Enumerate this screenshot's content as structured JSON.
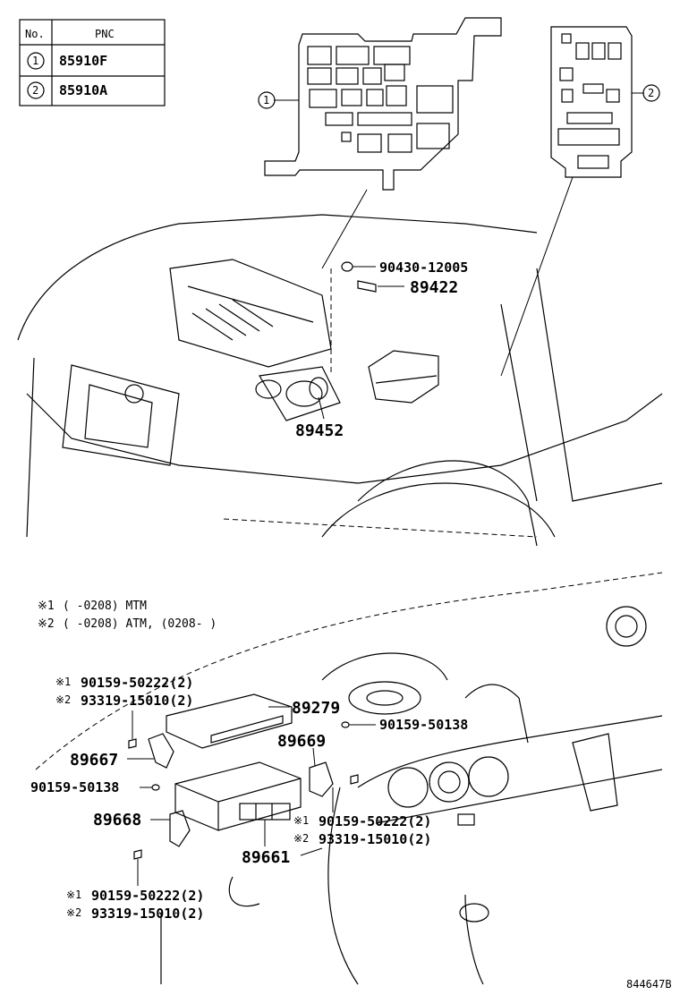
{
  "table": {
    "col_no": "No.",
    "col_pnc": "PNC",
    "rows": [
      {
        "no": "1",
        "pnc": "85910F"
      },
      {
        "no": "2",
        "pnc": "85910A"
      }
    ]
  },
  "callouts": {
    "relay_box_1": "1",
    "relay_box_2": "2"
  },
  "notes": {
    "note1_mark": "※1",
    "note1_text": "(    -0208) MTM",
    "note2_mark": "※2",
    "note2_text": "(    -0208) ATM, (0208-     )"
  },
  "parts": {
    "p90430": "90430-12005",
    "p89422": "89422",
    "p89452": "89452",
    "p89279": "89279",
    "p90159_50138_a": "90159-50138",
    "p89669": "89669",
    "p89667": "89667",
    "p90159_50138_b": "90159-50138",
    "p89668": "89668",
    "p89661": "89661",
    "top_l1_mark": "※1",
    "top_l1": "90159-50222(2)",
    "top_l2_mark": "※2",
    "top_l2": "93319-15010(2)",
    "mid_r1_mark": "※1",
    "mid_r1": "90159-50222(2)",
    "mid_r2_mark": "※2",
    "mid_r2": "93319-15010(2)",
    "bot_l1_mark": "※1",
    "bot_l1": "90159-50222(2)",
    "bot_l2_mark": "※2",
    "bot_l2": "93319-15010(2)"
  },
  "figure_id": "844647B"
}
